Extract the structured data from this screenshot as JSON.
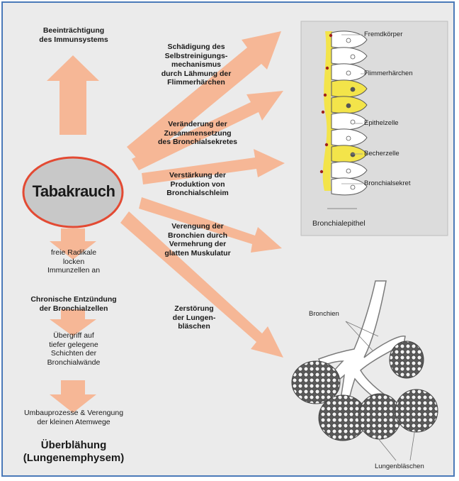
{
  "colors": {
    "frame": "#4a79b8",
    "background": "#ebebeb",
    "arrow": "#f6b796",
    "center_fill": "#c8c8c8",
    "center_ring": "#e34a33",
    "epithel_box": "#dcdcdc",
    "yellow": "#f3e44a",
    "alveoli": "#606060"
  },
  "center": {
    "label": "Tabakrauch"
  },
  "left_flow": {
    "top": "Beeinträchtigung\ndes Immunsystems",
    "step1": "freie Radikale\nlocken\nImmunzellen an",
    "step2": "Chronische Entzündung\nder Bronchialzellen",
    "step3": "Übergriff auf\ntiefer gelegene\nSchichten der\nBronchialwände",
    "step4": "Umbauprozesse & Verengung\nder kleinen Atemwege",
    "result": "Überblähung\n(Lungenemphysem)"
  },
  "right_effects": [
    {
      "text": "Schädigung des\nSelbstreinigungs-\nmechanismus\ndurch Lähmung der\nFlimmerhärchen"
    },
    {
      "text": "Veränderung der\nZusammensetzung\ndes Bronchialsekretes"
    },
    {
      "text": "Verstärkung der\nProduktion von\nBronchialschleim"
    },
    {
      "text": "Verengung der\nBronchien durch\nVermehrung der\nglatten Muskulatur"
    },
    {
      "text": "Zerstörung\nder Lungen-\nbläschen"
    }
  ],
  "epithel": {
    "caption": "Bronchialepithel",
    "labels": [
      "Fremdkörper",
      "Flimmerhärchen",
      "Epithelzelle",
      "Becherzelle",
      "Bronchialsekret"
    ]
  },
  "lung": {
    "label_bronchien": "Bronchien",
    "label_alveoli": "Lungenbläschen"
  }
}
